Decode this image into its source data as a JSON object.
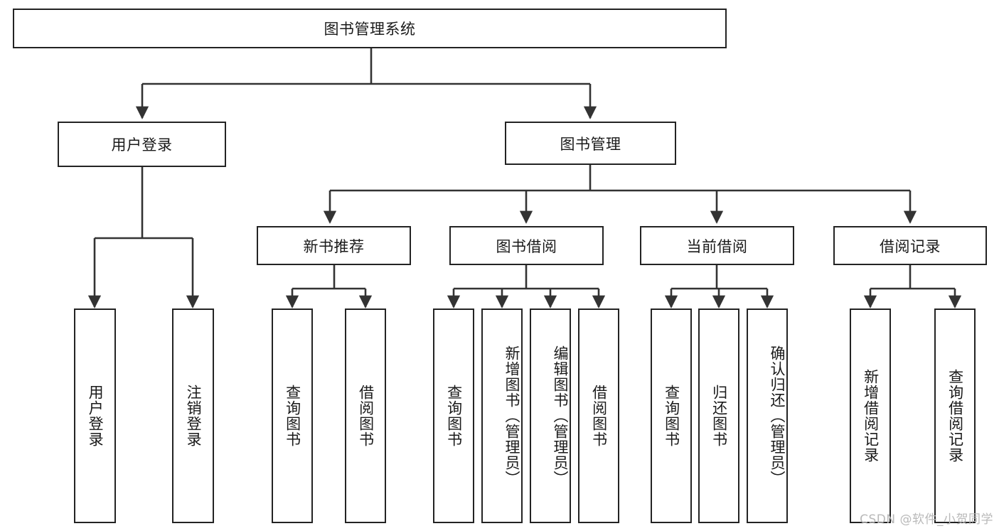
{
  "diagram": {
    "type": "tree",
    "title": "图书管理系统",
    "watermark": "CSDN @软件_小贺同学",
    "colors": {
      "box_stroke": "#232323",
      "box_fill": "#ffffff",
      "connector": "#333333",
      "text": "#1a1a1a",
      "watermark": "#b9b9b9",
      "background": "#ffffff"
    },
    "levels": {
      "root": "图书管理系统",
      "level2": [
        "用户登录",
        "图书管理"
      ],
      "level3": [
        "新书推荐",
        "图书借阅",
        "当前借阅",
        "借阅记录"
      ]
    },
    "nodes": {
      "root": {
        "label": "图书管理系统"
      },
      "user_login": {
        "label": "用户登录"
      },
      "book_manage": {
        "label": "图书管理"
      },
      "new_book_rec": {
        "label": "新书推荐"
      },
      "book_borrow": {
        "label": "图书借阅"
      },
      "current_borrow": {
        "label": "当前借阅"
      },
      "borrow_record": {
        "label": "借阅记录"
      },
      "leaf_user_login": {
        "label": "用户登录"
      },
      "leaf_logout": {
        "label": "注销登录"
      },
      "leaf_query_book_a": {
        "label": "查询图书"
      },
      "leaf_borrow_book_a": {
        "label": "借阅图书"
      },
      "leaf_query_book_b": {
        "label": "查询图书"
      },
      "leaf_add_book": {
        "label": "新增图书（管理员）"
      },
      "leaf_edit_book": {
        "label": "编辑图书（管理员）"
      },
      "leaf_borrow_book_b": {
        "label": "借阅图书"
      },
      "leaf_query_book_c": {
        "label": "查询图书"
      },
      "leaf_return_book": {
        "label": "归还图书"
      },
      "leaf_confirm_return": {
        "label": "确认归还（管理员）"
      },
      "leaf_add_record": {
        "label": "新增借阅记录"
      },
      "leaf_query_record": {
        "label": "查询借阅记录"
      }
    },
    "tree": [
      {
        "label": "图书管理系统",
        "children": [
          {
            "label": "用户登录",
            "children": [
              {
                "label": "用户登录"
              },
              {
                "label": "注销登录"
              }
            ]
          },
          {
            "label": "图书管理",
            "children": [
              {
                "label": "新书推荐",
                "children": [
                  {
                    "label": "查询图书"
                  },
                  {
                    "label": "借阅图书"
                  }
                ]
              },
              {
                "label": "图书借阅",
                "children": [
                  {
                    "label": "查询图书"
                  },
                  {
                    "label": "新增图书（管理员）"
                  },
                  {
                    "label": "编辑图书（管理员）"
                  },
                  {
                    "label": "借阅图书"
                  }
                ]
              },
              {
                "label": "当前借阅",
                "children": [
                  {
                    "label": "查询图书"
                  },
                  {
                    "label": "归还图书"
                  },
                  {
                    "label": "确认归还（管理员）"
                  }
                ]
              },
              {
                "label": "借阅记录",
                "children": [
                  {
                    "label": "新增借阅记录"
                  },
                  {
                    "label": "查询借阅记录"
                  }
                ]
              }
            ]
          }
        ]
      }
    ]
  }
}
